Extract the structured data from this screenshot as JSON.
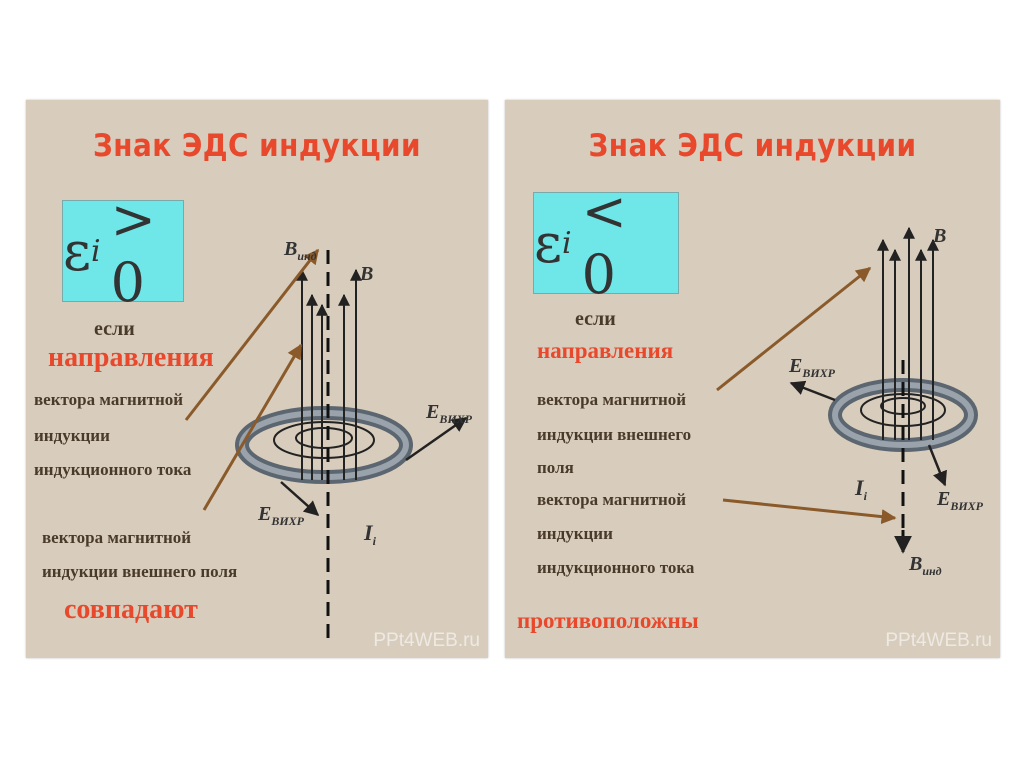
{
  "panels": [
    {
      "title": "Знак ЭДС индукции",
      "formula": {
        "symbol": "ε",
        "sub": "i",
        "relation": "> 0"
      },
      "lines": {
        "esli": "если",
        "napravleniya": "направления",
        "l1": "вектора магнитной",
        "l2": "индукции",
        "l3": "индукционного тока",
        "l4": "вектора магнитной",
        "l5": "индукции внешнего поля",
        "result": "совпадают"
      },
      "labels": {
        "b_ind": "B",
        "b_ind_sub": "инд",
        "b": "B",
        "e_vihr_right": "E",
        "e_vihr_right_sub": "ВИХР",
        "e_vihr_left": "E",
        "e_vihr_left_sub": "ВИХР",
        "current": "I",
        "current_sub": "i"
      },
      "watermark": "PPt4WEB.ru"
    },
    {
      "title": "Знак ЭДС индукции",
      "formula": {
        "symbol": "ε",
        "sub": "i",
        "relation": "< 0"
      },
      "lines": {
        "esli": "если",
        "napravleniya": "направления",
        "l1": "вектора магнитной",
        "l2": "индукции внешнего",
        "l3": "поля",
        "l4": "вектора магнитной",
        "l5": "индукции",
        "l6": "индукционного тока",
        "result": "противоположны"
      },
      "labels": {
        "b": "B",
        "e_vihr_left": "E",
        "e_vihr_left_sub": "ВИХР",
        "e_vihr_right": "E",
        "e_vihr_right_sub": "ВИХР",
        "current": "I",
        "current_sub": "i",
        "b_ind": "B",
        "b_ind_sub": "инд"
      },
      "watermark": "PPt4WEB.ru"
    }
  ]
}
